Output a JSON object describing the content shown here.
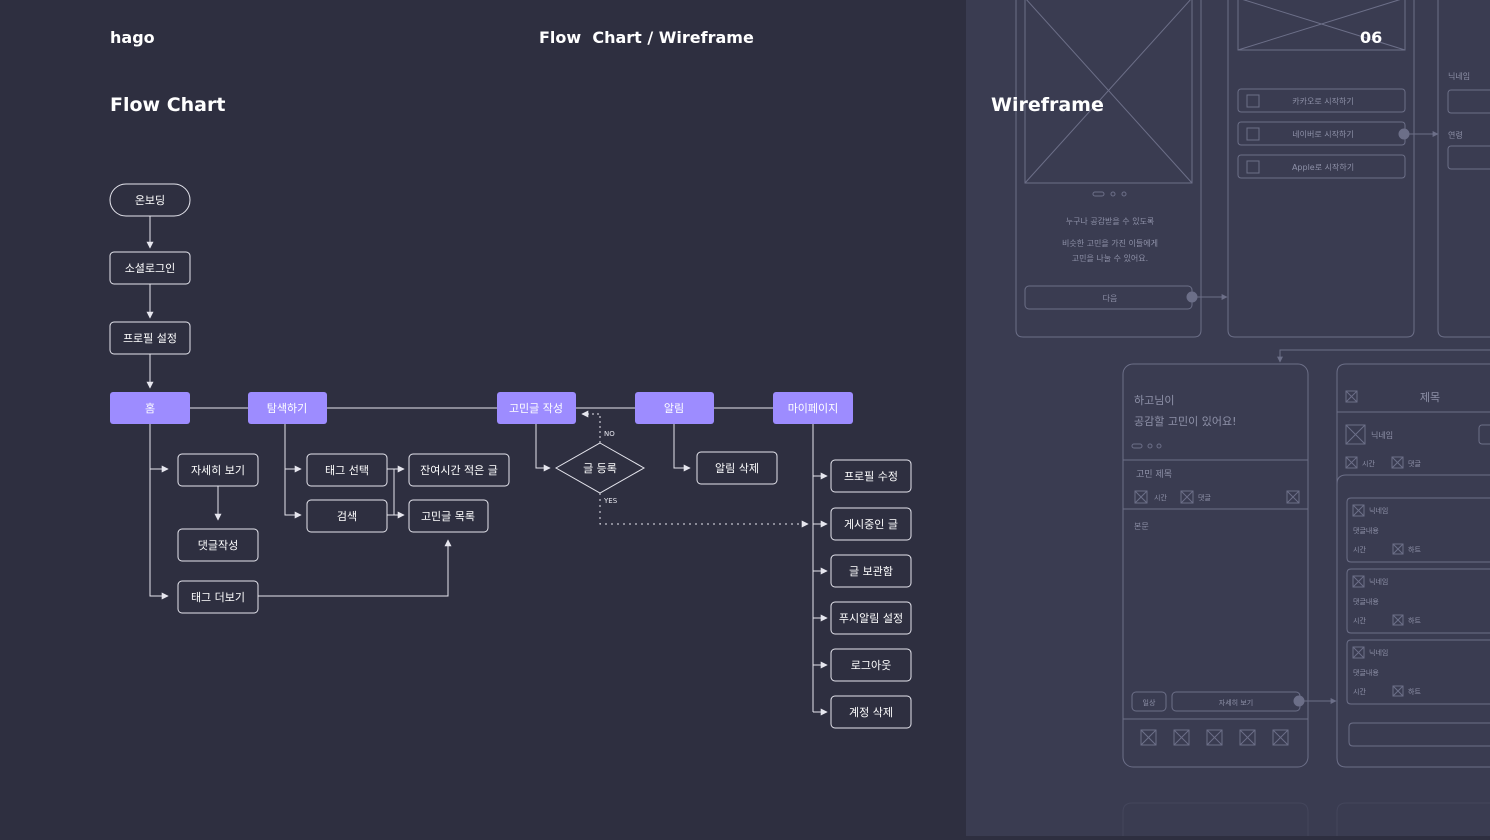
{
  "header": {
    "brand": "hago",
    "title": "Flow  Chart / Wireframe",
    "page_number": "06"
  },
  "flowchart": {
    "title": "Flow Chart",
    "nodes": {
      "onboarding": "온보딩",
      "social_login": "소셜로그인",
      "profile_setup": "프로필 설정",
      "home": "홈",
      "explore": "탐색하기",
      "write_post": "고민글 작성",
      "notification": "알림",
      "mypage": "마이페이지",
      "view_detail": "자세히 보기",
      "write_comment": "댓글작성",
      "more_tags": "태그 더보기",
      "select_tag": "태그 선택",
      "search": "검색",
      "remaining_time": "잔여시간 적은 글",
      "post_list": "고민글 목록",
      "register_post": "글 등록",
      "delete_notification": "알림 삭제",
      "edit_profile": "프로필 수정",
      "posted_now": "게시중인 글",
      "post_archive": "글 보관함",
      "push_settings": "푸시알림 설정",
      "logout": "로그아웃",
      "delete_account": "계정 삭제"
    },
    "decision_labels": {
      "no": "NO",
      "yes": "YES"
    }
  },
  "wireframe": {
    "title": "Wireframe",
    "onboarding_screen": {
      "line1": "누구나 공감받을 수 있도록",
      "line2": "비슷한 고민을 가진 이들에게",
      "line3": "고민을 나눌 수 있어요.",
      "next_button": "다음"
    },
    "login_screen": {
      "kakao": "카카오로 시작하기",
      "naver": "네이버로 시작하기",
      "apple": "Apple로 시작하기"
    },
    "profile_screen": {
      "nickname": "닉네임",
      "age": "연령"
    },
    "home_screen": {
      "greeting1": "하고님이",
      "greeting2": "공감할 고민이 있어요!",
      "post_title": "고민 제목",
      "time": "시간",
      "comment": "댓글",
      "body": "본문",
      "tag_chip": "일상",
      "detail_button": "자세히 보기"
    },
    "detail_screen": {
      "title": "제목",
      "nickname": "닉네임",
      "time": "시간",
      "comment": "댓글",
      "comment_content": "댓글내용",
      "heart": "하트"
    }
  },
  "colors": {
    "left_bg": "#2e2f40",
    "right_bg": "#3a3c51",
    "accent": "#9d8cff",
    "line": "#e6e6ee",
    "wire_line": "#6c6f88",
    "wire_text": "#8e91a8"
  }
}
